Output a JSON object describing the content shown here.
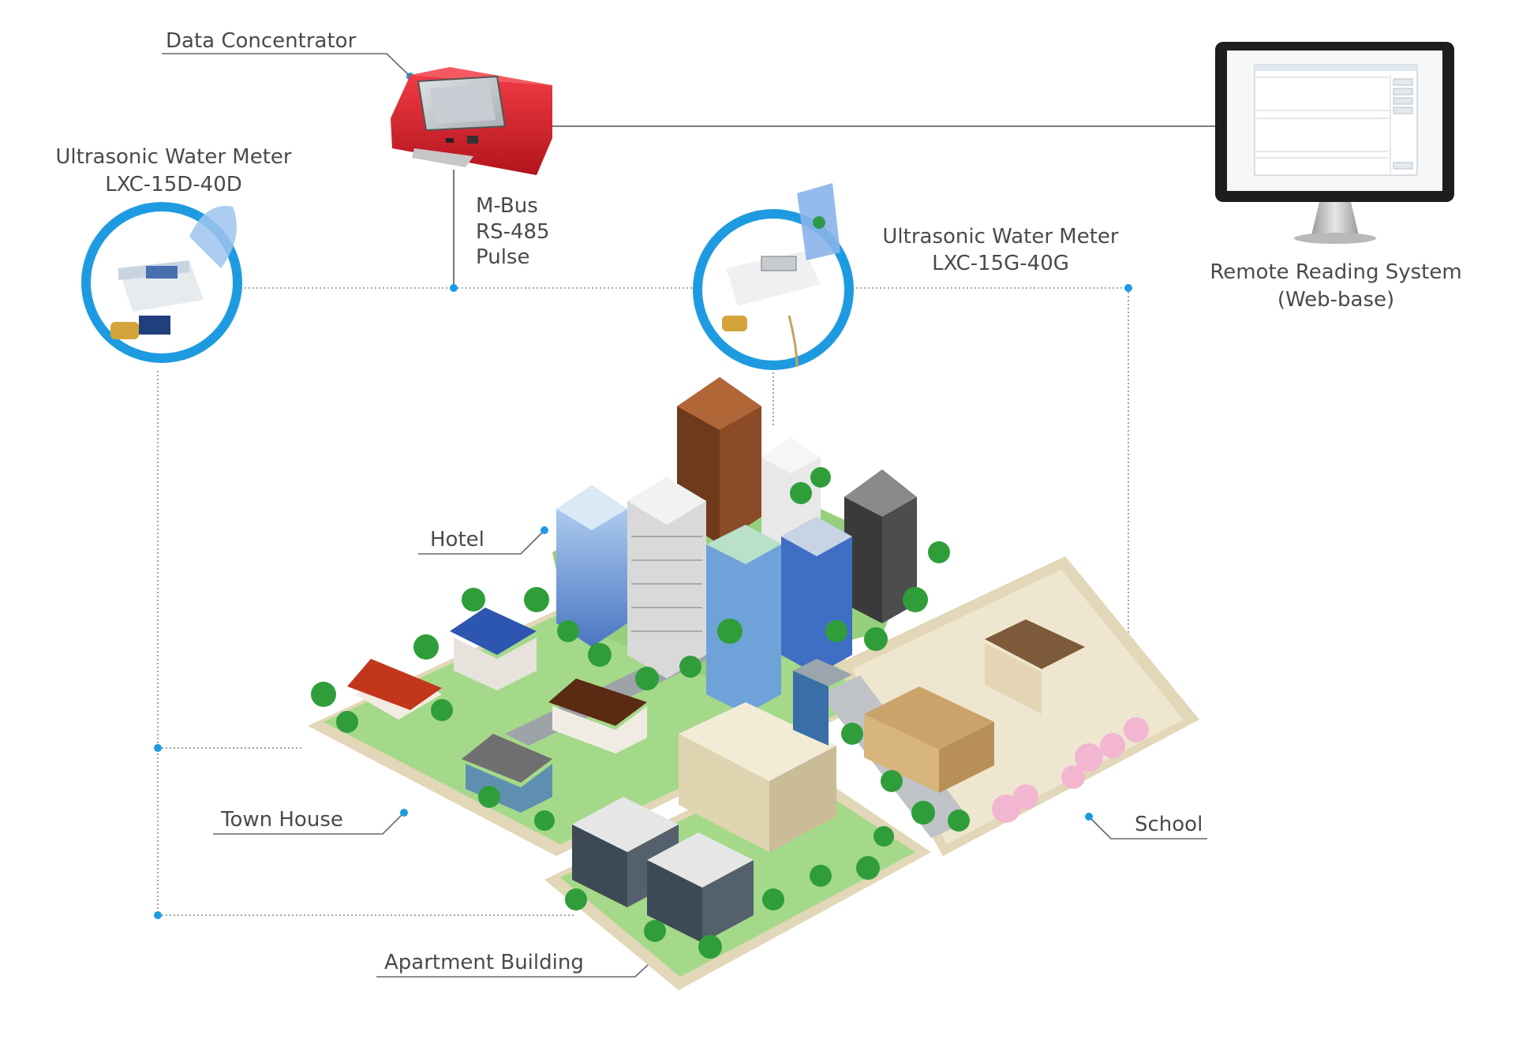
{
  "labels": {
    "data_concentrator": "Data Concentrator",
    "meter_left_line1": "Ultrasonic Water Meter",
    "meter_left_line2": "LXC-15D-40D",
    "meter_right_line1": "Ultrasonic Water Meter",
    "meter_right_line2": "LXC-15G-40G",
    "bus_line1": "M-Bus",
    "bus_line2": "RS-485",
    "bus_line3": "Pulse",
    "remote_line1": "Remote Reading System",
    "remote_line2": "(Web-base)",
    "hotel": "Hotel",
    "town_house": "Town House",
    "school": "School",
    "apartment": "Apartment Building"
  },
  "colors": {
    "accent_blue": "#1e9be0",
    "concentrator_red": "#d9222c",
    "connector_line": "#7a7a7a",
    "label_text": "#4a4a4a",
    "ground": "#e9e1c8",
    "grass": "#8fd16a",
    "tree": "#2f9e3a"
  },
  "icons": {
    "concentrator": "data-concentrator-device",
    "monitor": "computer-monitor",
    "meter": "water-meter",
    "city": "isometric-city"
  }
}
